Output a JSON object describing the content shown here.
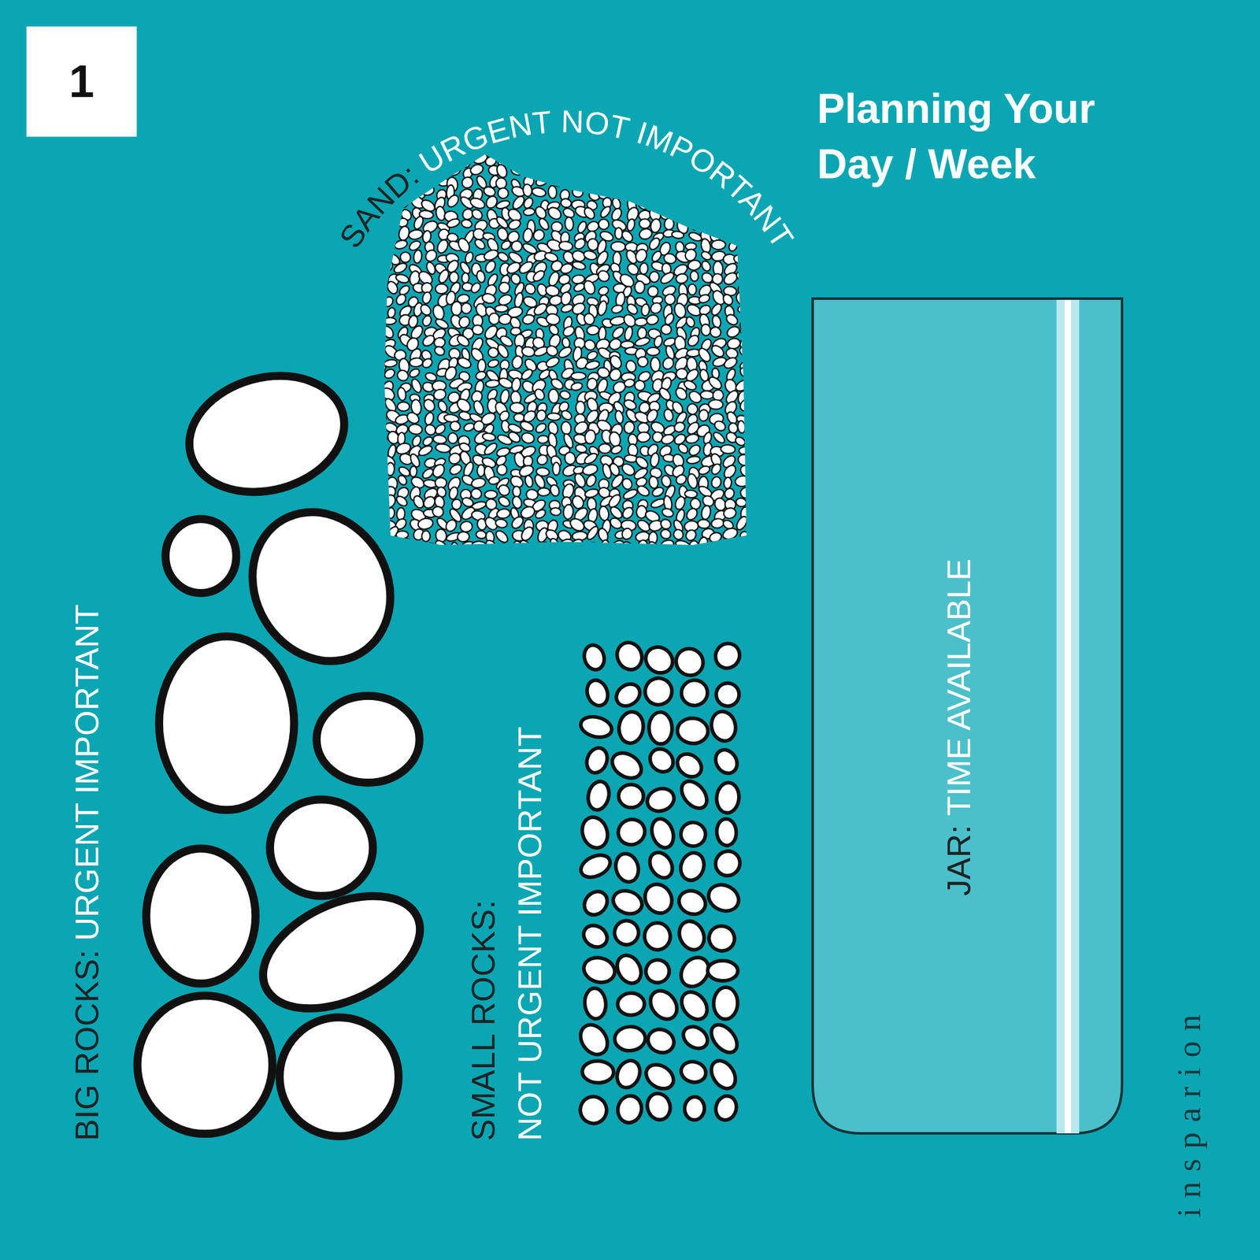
{
  "diagram": {
    "title": "Planning Your Day / Week",
    "nodes": [
      {
        "text": [
          "JAR:",
          "TIME AVAILABLE"
        ]
      }
    ],
    "labels": [
      "1",
      "SAND:",
      "URGENT NOT IMPORTANT",
      "BIG ROCKS:",
      "URGENT IMPORTANT",
      "SMALL ROCKS:",
      "NOT URGENT IMPORTANT",
      "insparion"
    ]
  }
}
